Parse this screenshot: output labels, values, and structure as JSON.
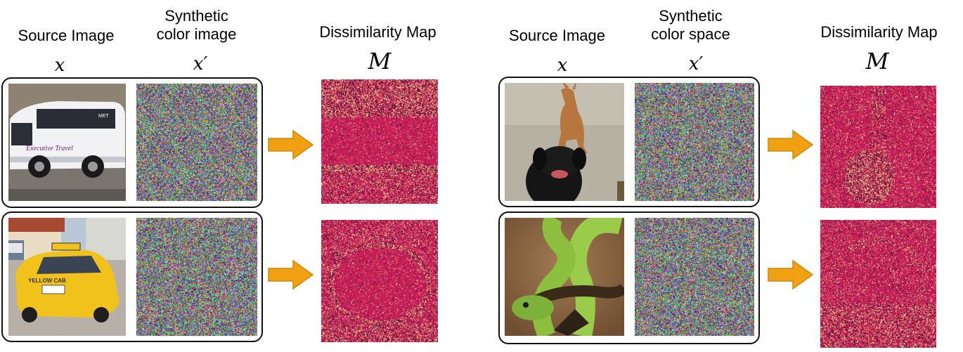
{
  "left_panel": {
    "headers": {
      "source": "Source Image",
      "synthetic": "Synthetic\ncolor image",
      "dissimilarity": "Dissimilarity Map"
    },
    "symbols": {
      "source": "x",
      "synthetic": "x′",
      "dissimilarity": "M"
    }
  },
  "right_panel": {
    "headers": {
      "source": "Source Image",
      "synthetic": "Synthetic\ncolor space",
      "dissimilarity": "Dissimilarity Map"
    },
    "symbols": {
      "source": "x",
      "synthetic": "x′",
      "dissimilarity": "M"
    }
  },
  "colors": {
    "arrow_fill": "#f0a012",
    "arrow_stroke": "#c98a10",
    "map_base": "#c8205a",
    "box_border": "#111111"
  },
  "icons": {
    "row_arrow": "right-arrow-icon",
    "bus": "bus-photo",
    "taxi": "taxi-photo",
    "dogs": "dogs-photo",
    "snake": "snake-photo"
  }
}
